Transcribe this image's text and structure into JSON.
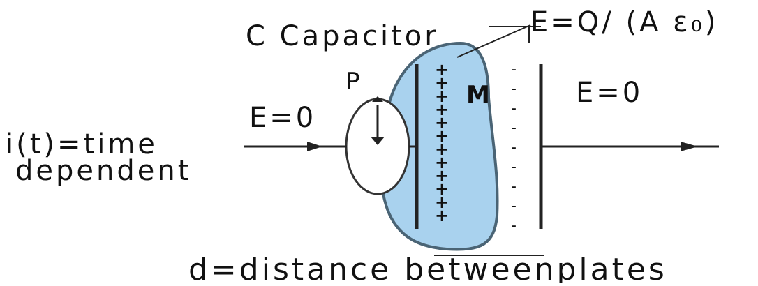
{
  "labels": {
    "capacitor": "C  Capacitor",
    "field_formula": "E=Q/ (A ε₀)",
    "point_p": "P",
    "point_m": "M",
    "field_left": "E=0",
    "field_right": "E=0",
    "current_line1": "i(t)=time",
    "current_line2": "dependent",
    "distance": "d=distance betweenplates"
  },
  "symbols": {
    "positive": "+",
    "negative": "-"
  },
  "colors": {
    "surface_fill": "#a9d2ee",
    "surface_stroke": "#4a6475",
    "line": "#222222",
    "plus": "#2f6f98",
    "minus": "#666666"
  }
}
